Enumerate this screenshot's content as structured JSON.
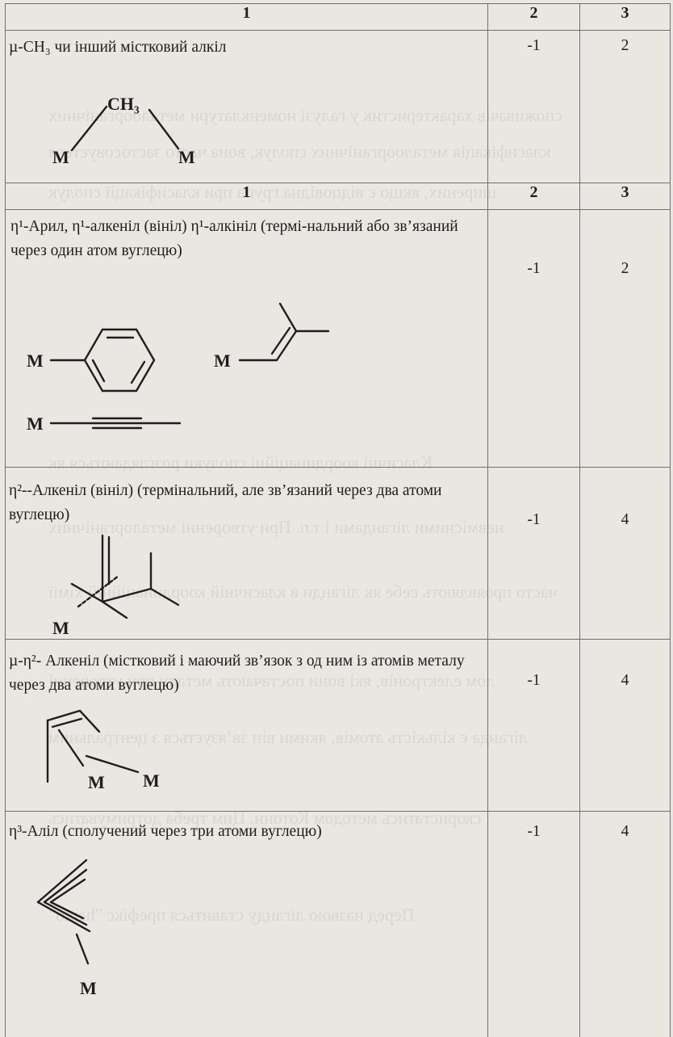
{
  "table": {
    "header1": {
      "c1": "1",
      "c2": "2",
      "c3": "3"
    },
    "header2": {
      "c1": "1",
      "c2": "2",
      "c3": "3"
    },
    "rows": [
      {
        "label": "µ-CH₃ чи інший містковий алкіл",
        "c2": "-1",
        "c3": "2",
        "struct_labels": [
          "M",
          "CH₃",
          "M"
        ]
      },
      {
        "label": "η¹-Арил, η¹-алкеніл (вініл) η¹-алкініл (термі-нальний або зв’язаний через один атом вуглецю)",
        "c2": "-1",
        "c3": "2",
        "struct_labels": [
          "M",
          "M",
          "M"
        ]
      },
      {
        "label": "η²--Алкеніл (вініл) (термінальний, але зв’язаний через два атоми вуглецю)",
        "c2": "-1",
        "c3": "4",
        "struct_labels": [
          "M"
        ]
      },
      {
        "label": "µ-η²- Алкеніл (містковий і маючий зв’язок з од ним із атомів металу через два атоми вуглецю)",
        "c2": "-1",
        "c3": "4",
        "struct_labels": [
          "M",
          "M"
        ]
      },
      {
        "label": "η³-Аліл (сполучений через три атоми вуглецю)",
        "c2": "-1",
        "c3": "4",
        "struct_labels": [
          "M"
        ]
      }
    ]
  }
}
